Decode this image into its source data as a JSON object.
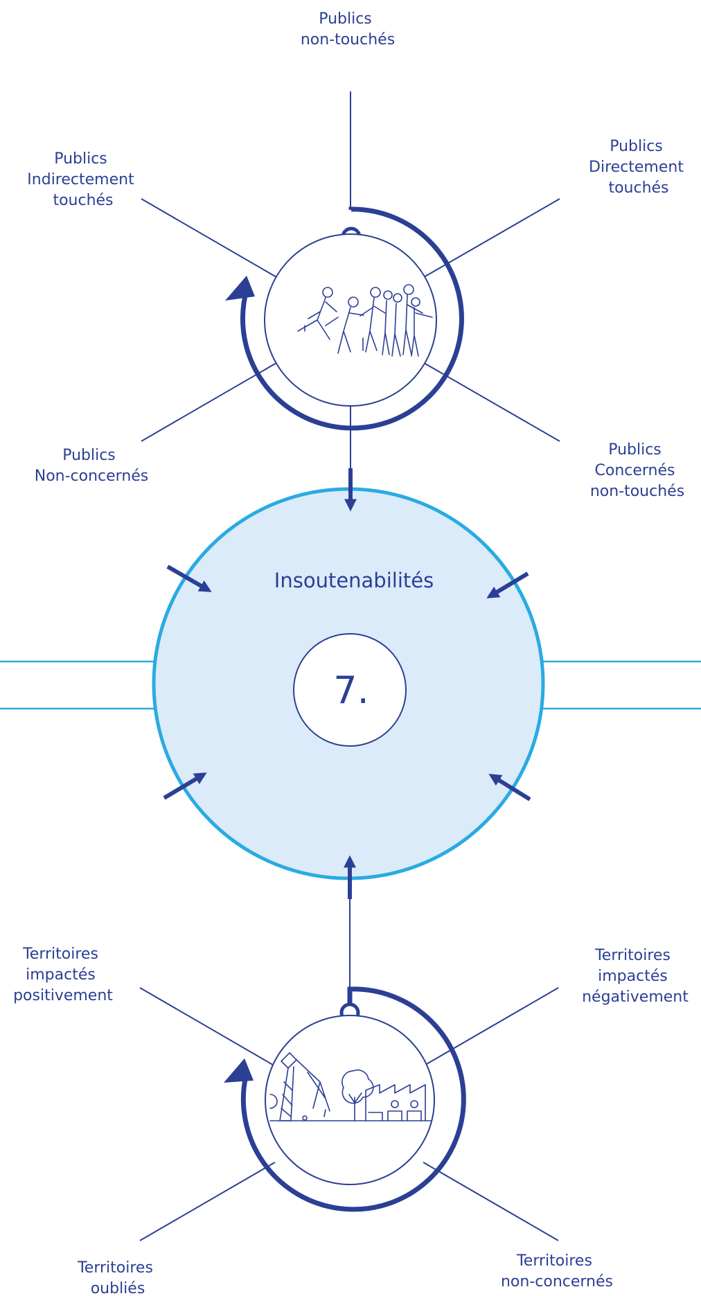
{
  "colors": {
    "navy": "#2b3f94",
    "cyan": "#29abe2",
    "light_fill": "#dcebf9",
    "white": "#ffffff"
  },
  "center": {
    "title": "Insoutenabilités",
    "number": "7."
  },
  "top_cluster": {
    "icon": "people-group-icon",
    "labels": {
      "top": [
        "Publics",
        "non-touchés"
      ],
      "upper_left": [
        "Publics",
        "Indirectement",
        "touchés"
      ],
      "upper_right": [
        "Publics",
        "Directement",
        "touchés"
      ],
      "lower_left": [
        "Publics",
        "Non-concernés"
      ],
      "lower_right": [
        "Publics",
        "Concernés",
        "non-touchés"
      ]
    }
  },
  "bottom_cluster": {
    "icon": "territory-landscape-icon",
    "labels": {
      "upper_left": [
        "Territoires",
        "impactés",
        "positivement"
      ],
      "upper_right": [
        "Territoires",
        "impactés",
        "négativement"
      ],
      "lower_left": [
        "Territoires",
        "oubliés"
      ],
      "lower_right": [
        "Territoires",
        "non-concernés"
      ]
    }
  }
}
